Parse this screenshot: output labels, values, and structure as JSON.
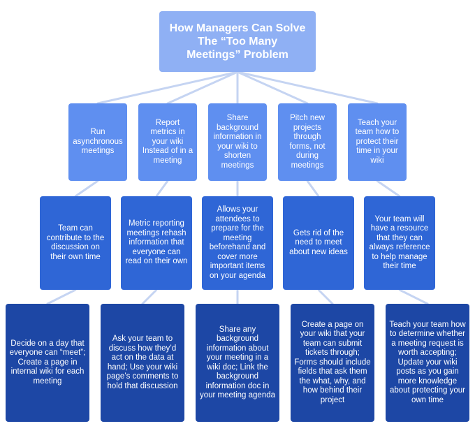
{
  "title": "How Managers Can Solve The “Too Many Meetings” Problem",
  "colors": {
    "root": "#8fb0f4",
    "level1": "#5f8ff0",
    "level2": "#2f66d6",
    "level3": "#1d47a5",
    "connector": "#c5d4f2"
  },
  "branches": [
    {
      "strategy": "Run asynchronous meetings",
      "benefit": "Team can contribute to the discussion on their own time",
      "action": "Decide on a day that everyone can “meet”; Create a page in internal wiki for each meeting"
    },
    {
      "strategy": "Report metrics in your wiki Instead of in a meeting",
      "benefit": "Metric reporting meetings rehash information that everyone can read on their own",
      "action": "Ask your team to discuss how they’d act on the data at hand; Use your wiki page’s comments to hold that discussion"
    },
    {
      "strategy": "Share background information in your wiki to shorten meetings",
      "benefit": "Allows your attendees to prepare for the meeting beforehand and cover more important items on your agenda",
      "action": "Share any background information about your meeting in a wiki doc; Link the background information doc in your meeting agenda"
    },
    {
      "strategy": "Pitch new projects through forms, not during meetings",
      "benefit": "Gets rid of the need to meet about new ideas",
      "action": "Create a page on your wiki that your team can submit tickets through; Forms should include fields that ask them the what, why, and how behind their project"
    },
    {
      "strategy": "Teach your team how to protect their time in your wiki",
      "benefit": "Your team will have a resource that they can always reference to help manage their time",
      "action": "Teach your team how to determine whether a meeting request is worth accepting; Update your wiki posts as you gain more knowledge about protecting your own time"
    }
  ]
}
